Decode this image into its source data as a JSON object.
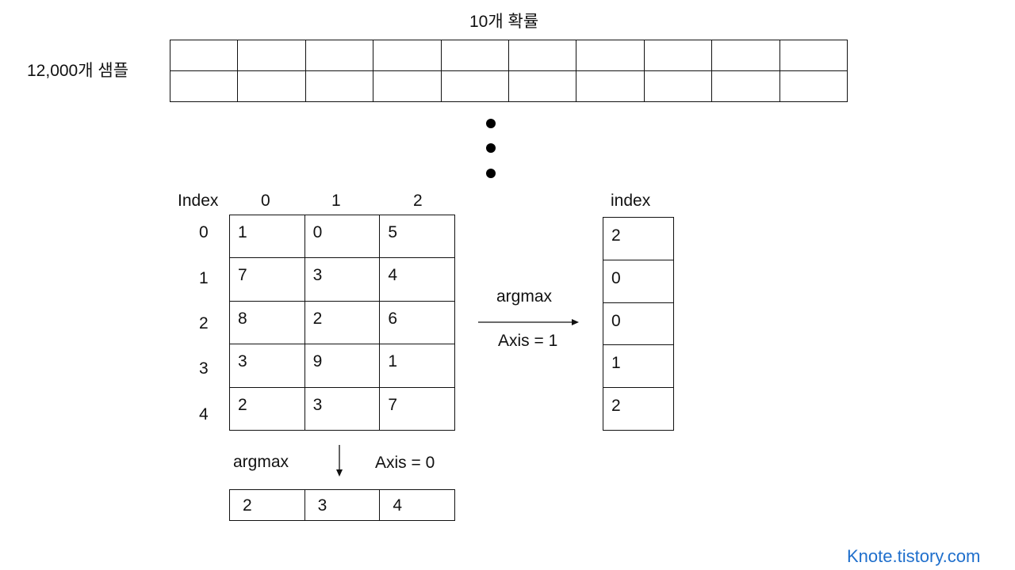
{
  "top": {
    "columns_label": "10개 확률",
    "rows_label": "12,000개 샘플"
  },
  "matrix": {
    "index_label": "Index",
    "col_headers": [
      "0",
      "1",
      "2"
    ],
    "row_headers": [
      "0",
      "1",
      "2",
      "3",
      "4"
    ],
    "rows": [
      [
        "1",
        "0",
        "5"
      ],
      [
        "7",
        "3",
        "4"
      ],
      [
        "8",
        "2",
        "6"
      ],
      [
        "3",
        "9",
        "1"
      ],
      [
        "2",
        "3",
        "7"
      ]
    ]
  },
  "axis1": {
    "op_label": "argmax",
    "axis_label": "Axis = 1",
    "result_header": "index",
    "result": [
      "2",
      "0",
      "0",
      "1",
      "2"
    ]
  },
  "axis0": {
    "op_label": "argmax",
    "axis_label": "Axis = 0",
    "result": [
      "2",
      "3",
      "4"
    ]
  },
  "watermark": "Knote.tistory.com"
}
